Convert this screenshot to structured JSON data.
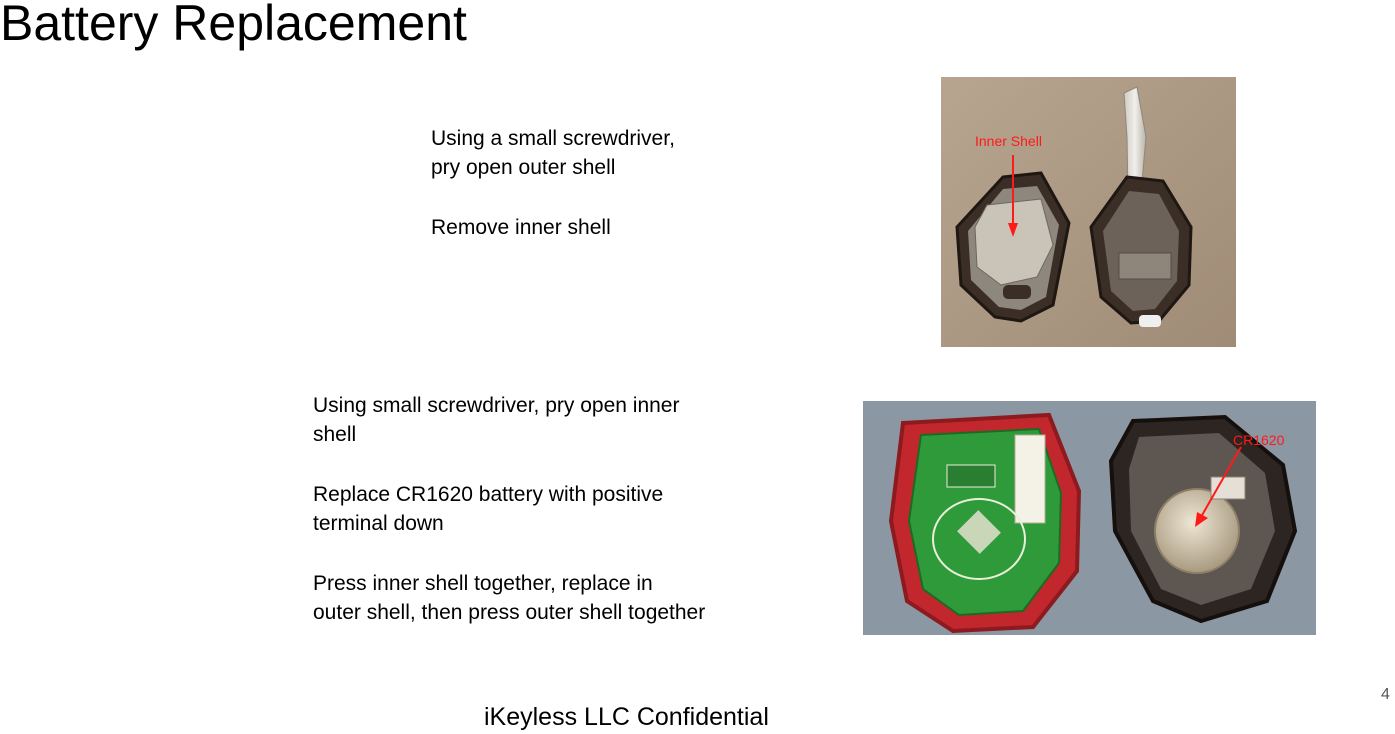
{
  "slide": {
    "title": "Battery Replacement",
    "footer": "iKeyless LLC Confidential",
    "page_number": "4"
  },
  "step1": {
    "lines": [
      "Using a small screwdriver,",
      "pry open outer shell",
      "Remove inner shell"
    ]
  },
  "step2": {
    "lines": [
      "Using small screwdriver, pry open inner",
      "shell",
      "Replace CR1620 battery with positive",
      "terminal down",
      "Press inner shell together, replace in",
      "outer shell, then press outer shell together"
    ]
  },
  "photo1": {
    "label": "Inner Shell"
  },
  "photo2": {
    "label": "CR1620"
  },
  "colors": {
    "annotation": "#ff1a1a",
    "text": "#000000"
  }
}
